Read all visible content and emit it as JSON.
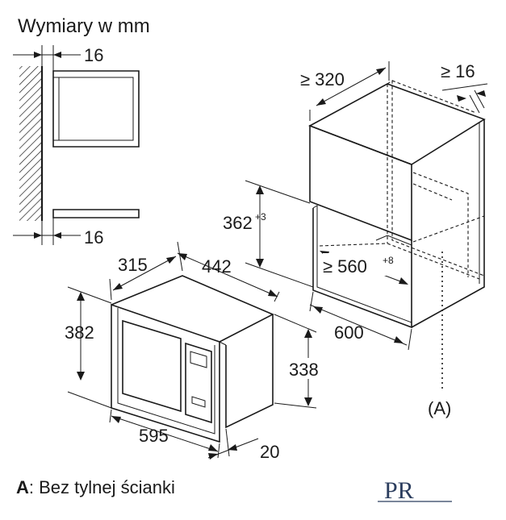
{
  "title": "Wymiary w mm",
  "side_view": {
    "top_gap": "16",
    "bottom_gap": "16"
  },
  "cabinet": {
    "depth_min": "≥ 320",
    "side_min": "≥ 16",
    "niche_height": "362",
    "niche_height_tol": "+3",
    "niche_width": "≥ 560",
    "niche_width_tol": "+8",
    "depth": "600",
    "callout": "(A)"
  },
  "appliance": {
    "depth": "315",
    "body_width": "442",
    "height": "382",
    "body_height": "338",
    "width": "595",
    "front_depth": "20"
  },
  "legend": {
    "key": "A",
    "text": ": Bez tylnej ścianki"
  },
  "logo": {
    "text": "PR"
  }
}
